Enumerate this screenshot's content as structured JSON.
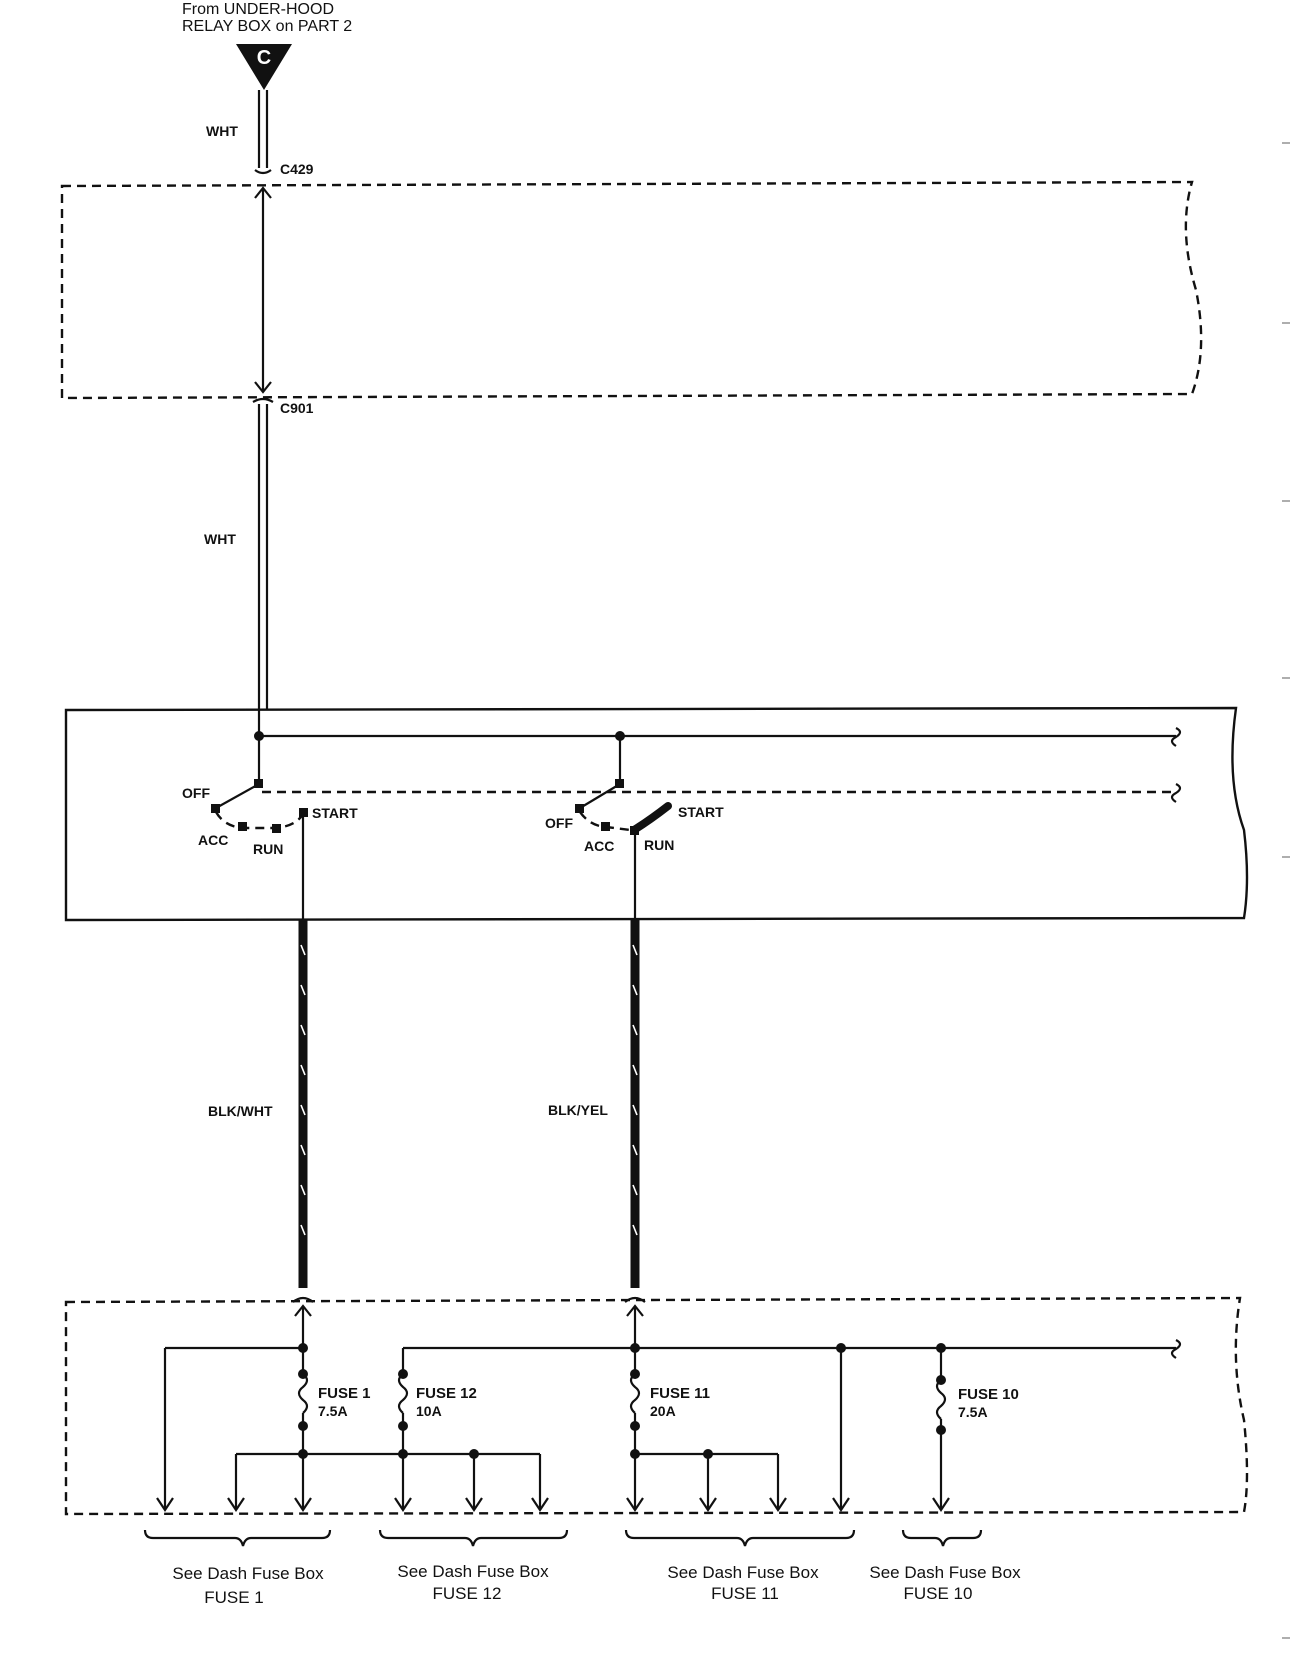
{
  "source": {
    "line1": "From UNDER-HOOD",
    "line2": "RELAY BOX on PART 2",
    "marker": "C"
  },
  "connectors": {
    "top": "C429",
    "bottom": "C901"
  },
  "wires": {
    "upper_color": "WHT",
    "lower_color": "WHT",
    "left_drop": "BLK/WHT",
    "right_drop": "BLK/YEL"
  },
  "switch_left": {
    "off": "OFF",
    "acc": "ACC",
    "run": "RUN",
    "start": "START"
  },
  "switch_right": {
    "off": "OFF",
    "acc": "ACC",
    "run": "RUN",
    "start": "START"
  },
  "fuses": [
    {
      "name": "FUSE 1",
      "rating": "7.5A"
    },
    {
      "name": "FUSE 12",
      "rating": "10A"
    },
    {
      "name": "FUSE 11",
      "rating": "20A"
    },
    {
      "name": "FUSE 10",
      "rating": "7.5A"
    }
  ],
  "references": [
    {
      "line1": "See Dash Fuse Box",
      "line2": "FUSE 1"
    },
    {
      "line1": "See Dash Fuse Box",
      "line2": "FUSE 12"
    },
    {
      "line1": "See Dash Fuse Box",
      "line2": "FUSE 11"
    },
    {
      "line1": "See Dash Fuse Box",
      "line2": "FUSE 10"
    }
  ],
  "colors": {
    "ink": "#111111",
    "paper": "#ffffff"
  }
}
